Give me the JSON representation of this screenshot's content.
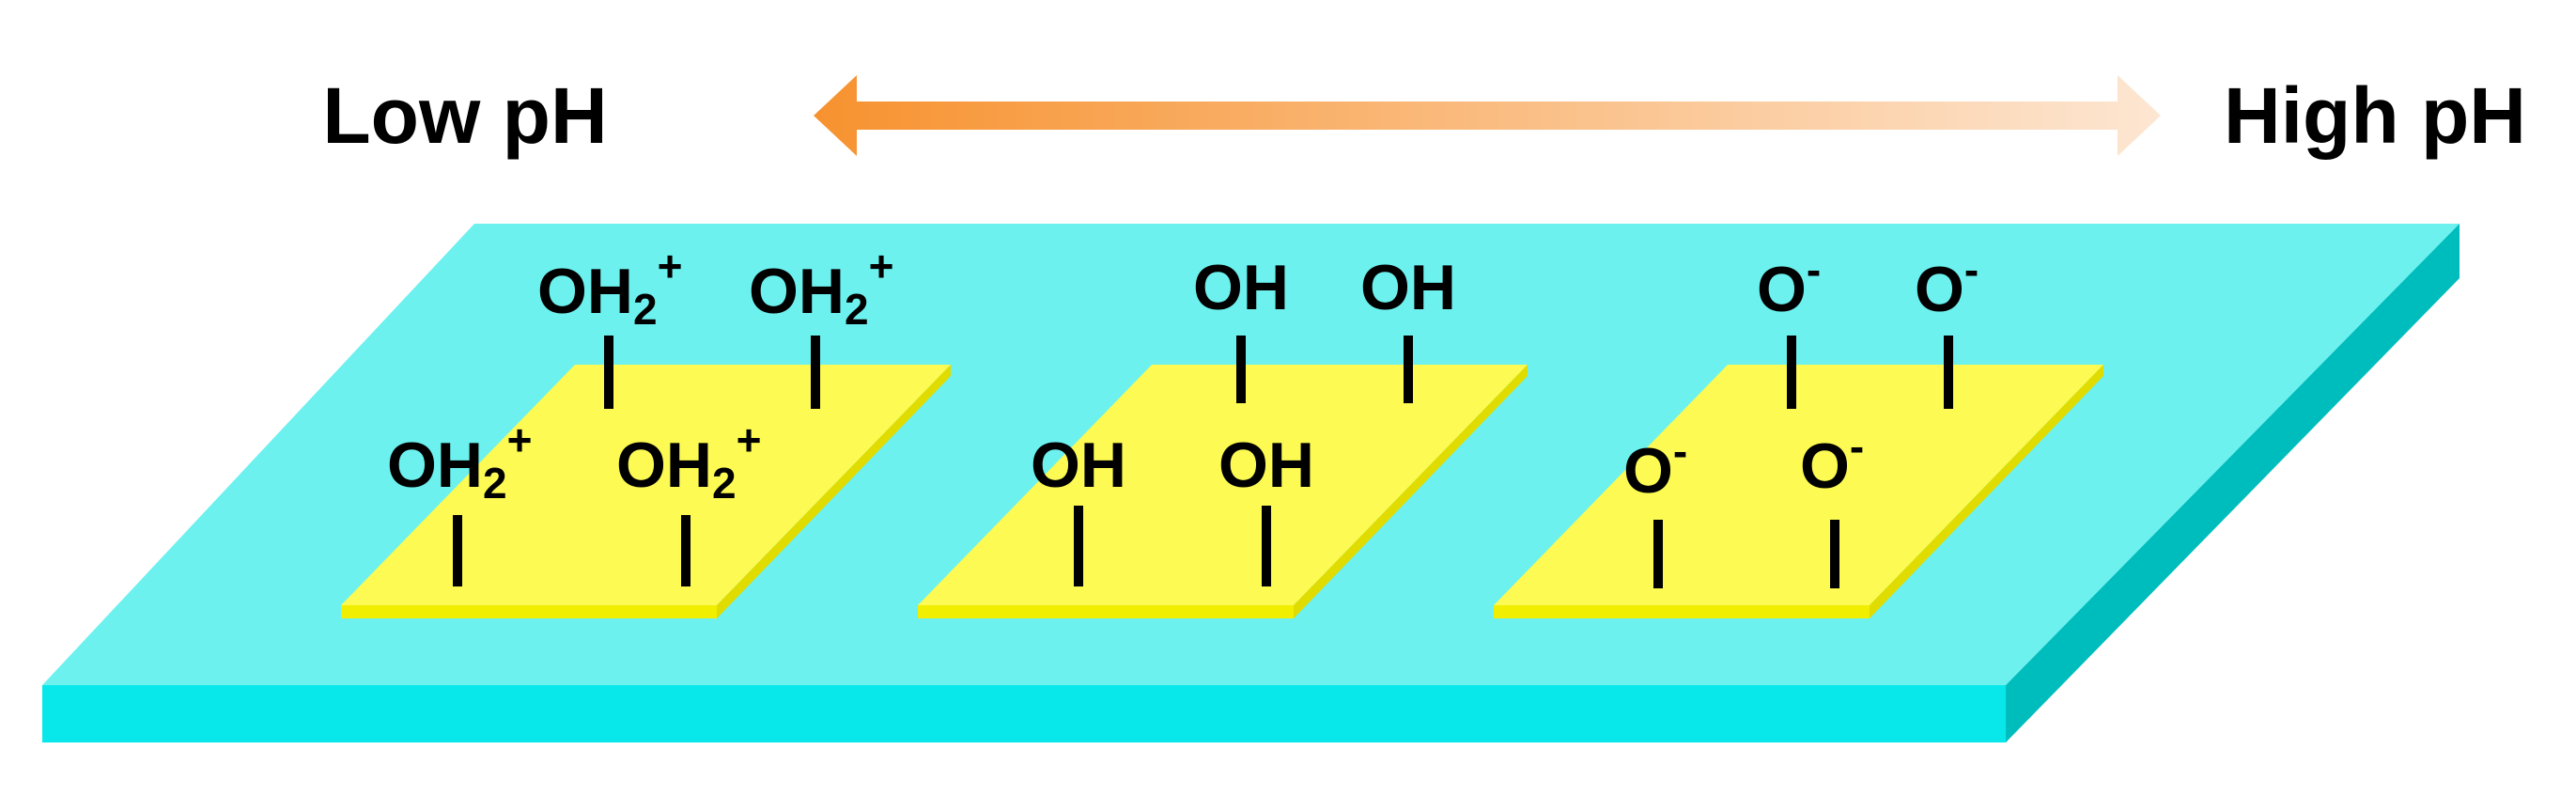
{
  "header": {
    "left_label": "Low pH",
    "right_label": "High pH"
  },
  "colors": {
    "arrow_start": "#f7922f",
    "arrow_end": "#fde6d2",
    "slab_top": "#6cf1ef",
    "slab_front": "#08e8ea",
    "slab_side": "#00bdbd",
    "pad_top": "#fcfa53",
    "pad_edge": "#f1ee00"
  },
  "groups": {
    "protonated": {
      "main": "OH",
      "sub": "2",
      "sup": "+"
    },
    "neutral": {
      "main": "OH"
    },
    "deprotonated": {
      "main": "O",
      "sup": "-"
    }
  }
}
